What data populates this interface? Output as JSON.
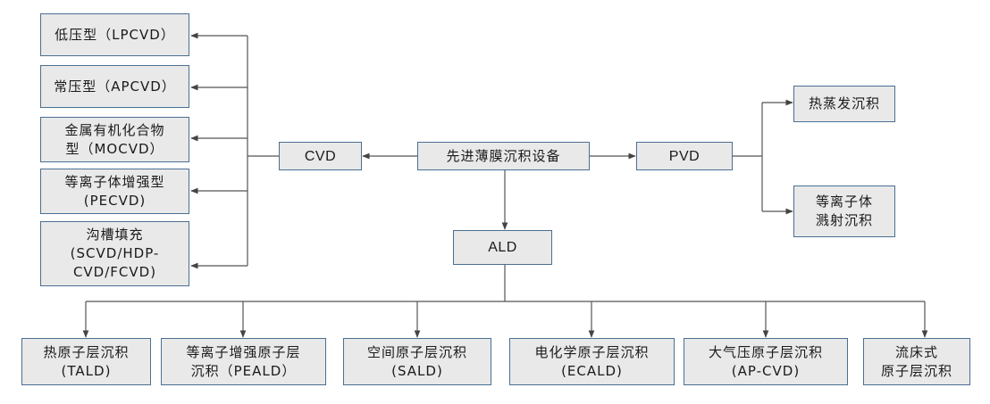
{
  "root": "先进薄膜沉积设备",
  "cvd": {
    "label": "CVD",
    "children": [
      "低压型（LPCVD）",
      "常压型（APCVD）",
      "金属有机化合物\n型（MOCVD）",
      "等离子体增强型\n(PECVD)",
      "沟槽填充\n(SCVD/HDP-\nCVD/FCVD)"
    ]
  },
  "pvd": {
    "label": "PVD",
    "children": [
      "热蒸发沉积",
      "等离子体\n溅射沉积"
    ]
  },
  "ald": {
    "label": "ALD",
    "children": [
      "热原子层沉积\n(TALD)",
      "等离子增强原子层\n沉积（PEALD）",
      "空间原子层沉积\n(SALD)",
      "电化学原子层沉积\n(ECALD)",
      "大气压原子层沉积\n(AP-CVD)",
      "流床式\n原子层沉积"
    ]
  },
  "colors": {
    "box_fill": "#e9e9e9",
    "box_border": "#4a6f92",
    "connector": "#555555"
  }
}
